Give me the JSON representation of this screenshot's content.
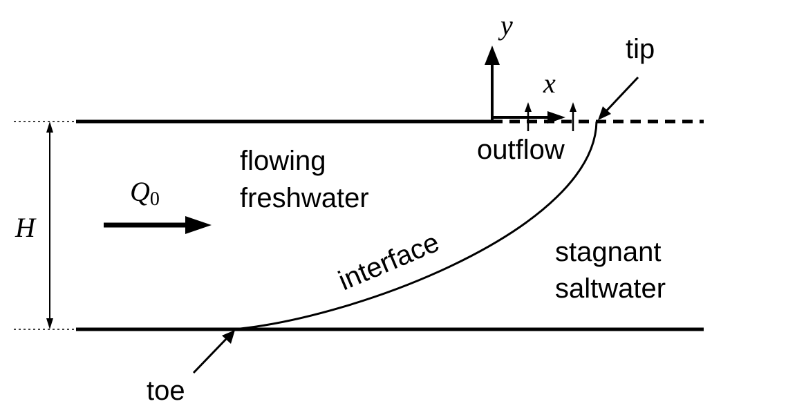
{
  "labels": {
    "height_symbol": "H",
    "flow_symbol": "Q",
    "flow_subscript": "0",
    "y_axis": "y",
    "x_axis": "x",
    "outflow": "outflow",
    "tip": "tip",
    "toe": "toe",
    "interface": "interface",
    "freshwater_line1": "flowing",
    "freshwater_line2": "freshwater",
    "saltwater_line1": "stagnant",
    "saltwater_line2": "saltwater"
  },
  "colors": {
    "stroke": "#000000",
    "background": "#ffffff"
  }
}
